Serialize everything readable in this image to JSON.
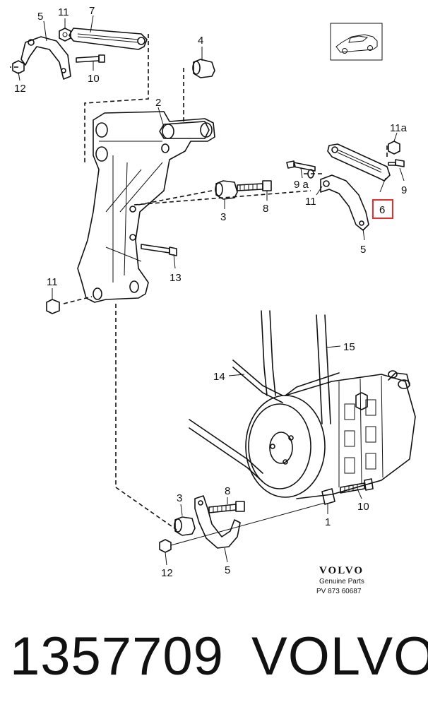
{
  "callouts": {
    "c5_top": "5",
    "c11_top": "11",
    "c7": "7",
    "c4": "4",
    "c12_top": "12",
    "c10_top": "10",
    "c2": "2",
    "c11a": "11a",
    "c9a": "9 a",
    "c9": "9",
    "c11_right": "11",
    "c6": "6",
    "c3_mid": "3",
    "c8_mid": "8",
    "c5_right": "5",
    "c13": "13",
    "c11_left": "11",
    "c15": "15",
    "c14": "14",
    "c3_bot": "3",
    "c8_bot": "8",
    "c10_bot": "10",
    "c1": "1",
    "c12_bot": "12",
    "c5_bot": "5"
  },
  "brand_block": {
    "logo": "VOLVO",
    "subtitle": "Genuine Parts",
    "code": "PV 873 60687"
  },
  "footer": {
    "part_number": "1357709",
    "brand": "VOLVO"
  },
  "highlight_color": "#e03030"
}
